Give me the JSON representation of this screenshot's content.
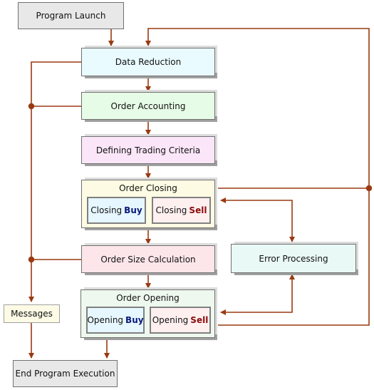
{
  "program_launch": "Program Launch",
  "data_reduction": "Data Reduction",
  "order_accounting": "Order Accounting",
  "defining_trading_criteria": "Defining Trading Criteria",
  "order_closing": {
    "title": "Order Closing",
    "buy": {
      "prefix": "Closing",
      "keyword": "Buy"
    },
    "sell": {
      "prefix": "Closing",
      "keyword": "Sell"
    }
  },
  "order_size_calculation": "Order Size Calculation",
  "error_processing": "Error Processing",
  "order_opening": {
    "title": "Order Opening",
    "buy": {
      "prefix": "Opening",
      "keyword": "Buy"
    },
    "sell": {
      "prefix": "Opening",
      "keyword": "Sell"
    }
  },
  "messages": "Messages",
  "end_program_execution": "End Program Execution",
  "colors": {
    "arrow": "#9a3a12",
    "data_reduction_fill": "#e9fbff",
    "order_accounting_fill": "#e6fce6",
    "criteria_fill": "#fbe6f9",
    "order_closing_fill": "#fdfbe3",
    "order_size_fill": "#fde6e9",
    "error_fill": "#e9f9f5",
    "order_opening_fill": "#eef8ee",
    "messages_fill": "#fdfbe6",
    "launch_fill": "#e8e8e8",
    "buy_box_fill": "#e6f7ff",
    "sell_box_fill": "#fff0f0",
    "buy_text": "#0a1a7a",
    "sell_text": "#8a0c0c"
  }
}
